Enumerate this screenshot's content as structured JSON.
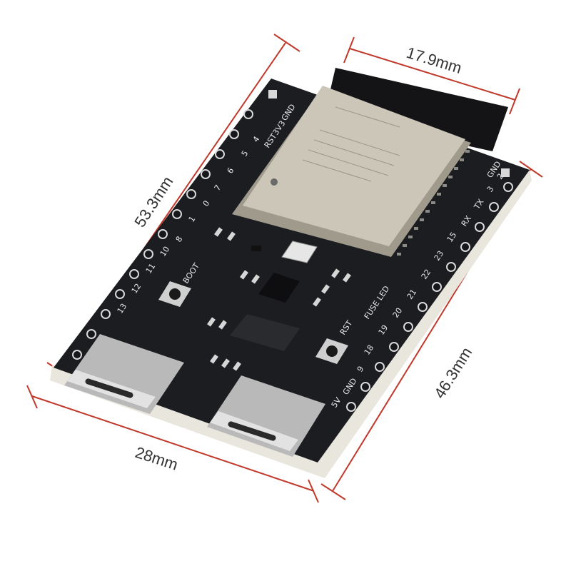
{
  "dimensions": {
    "module_width": "17.9mm",
    "board_length": "53.3mm",
    "board_width": "28mm",
    "pin_span": "46.3mm",
    "line_color": "#c0392b"
  },
  "board": {
    "pcb_color": "#1c1d20",
    "silk_color": "#e8e8e8",
    "shield_color": "#c9c4b6",
    "left_header_labels": [
      "13",
      "12",
      "11",
      "10",
      "8",
      "1",
      "0",
      "7",
      "6",
      "5",
      "4",
      "RST",
      "3V3",
      "GND"
    ],
    "right_header_labels": [
      "5V",
      "GND",
      "9",
      "18",
      "19",
      "20",
      "21",
      "22",
      "23",
      "15",
      "RX",
      "TX",
      "3",
      "2",
      "GND"
    ],
    "buttons": [
      "BOOT",
      "RST"
    ],
    "fuse_label": "FUSE LED"
  }
}
